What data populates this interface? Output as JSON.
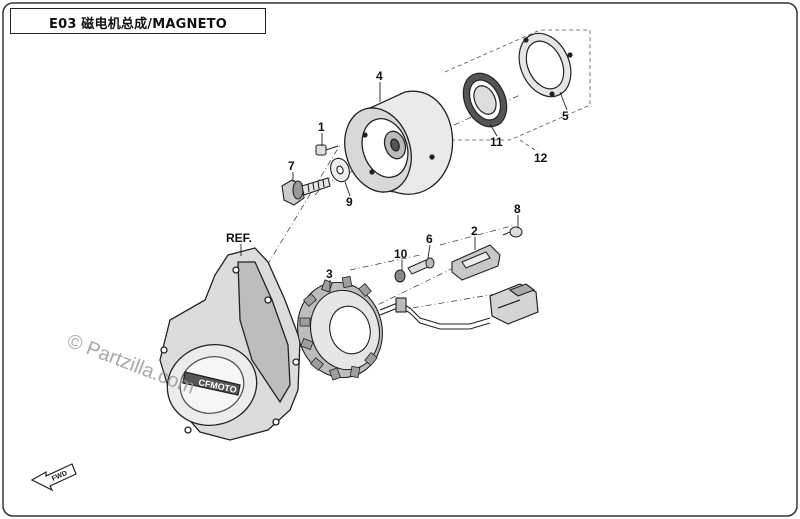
{
  "title": "E03 磁电机总成/MAGNETO",
  "watermark": "© Partzilla.com",
  "ref_label": "REF.",
  "fwd_label": "FWD",
  "cover_brand": "CFMOTO",
  "callouts": {
    "p1": "1",
    "p2": "2",
    "p3": "3",
    "p4": "4",
    "p5": "5",
    "p6": "6",
    "p7": "7",
    "p8": "8",
    "p9": "9",
    "p10": "10",
    "p11": "11",
    "p12": "12"
  }
}
